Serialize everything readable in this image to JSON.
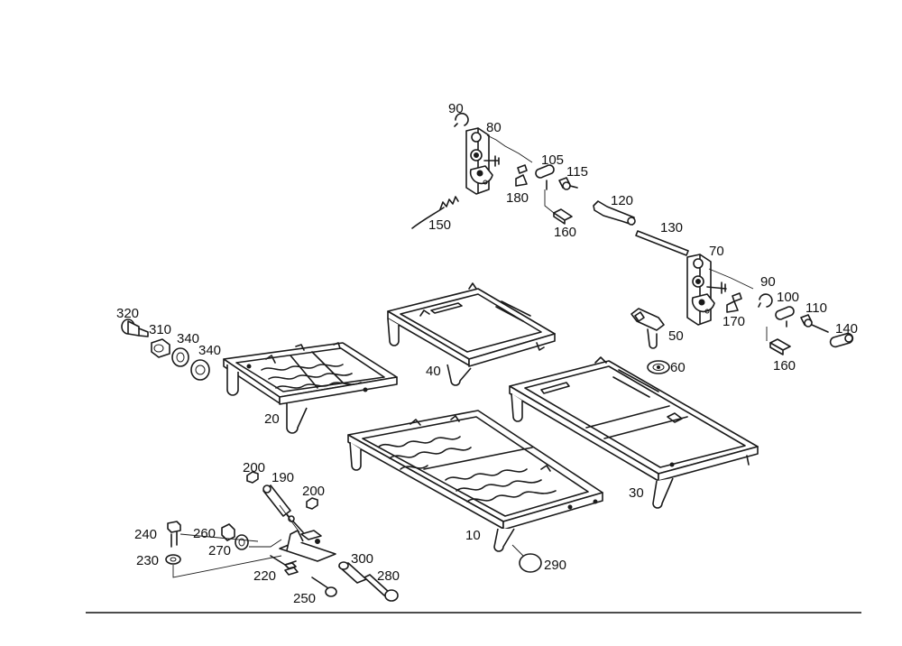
{
  "labels": {
    "l90a": "90",
    "l80": "80",
    "l105": "105",
    "l115": "115",
    "l180": "180",
    "l120": "120",
    "l130": "130",
    "l150": "150",
    "l160a": "160",
    "l70": "70",
    "l90b": "90",
    "l100": "100",
    "l110": "110",
    "l140": "140",
    "l170": "170",
    "l160b": "160",
    "l50": "50",
    "l60": "60",
    "l320": "320",
    "l310": "310",
    "l340a": "340",
    "l340b": "340",
    "l20": "20",
    "l40": "40",
    "l30": "30",
    "l10": "10",
    "l290": "290",
    "l200a": "200",
    "l190": "190",
    "l200b": "200",
    "l240": "240",
    "l260": "260",
    "l270": "270",
    "l230": "230",
    "l220": "220",
    "l300": "300",
    "l280": "280",
    "l250": "250"
  }
}
